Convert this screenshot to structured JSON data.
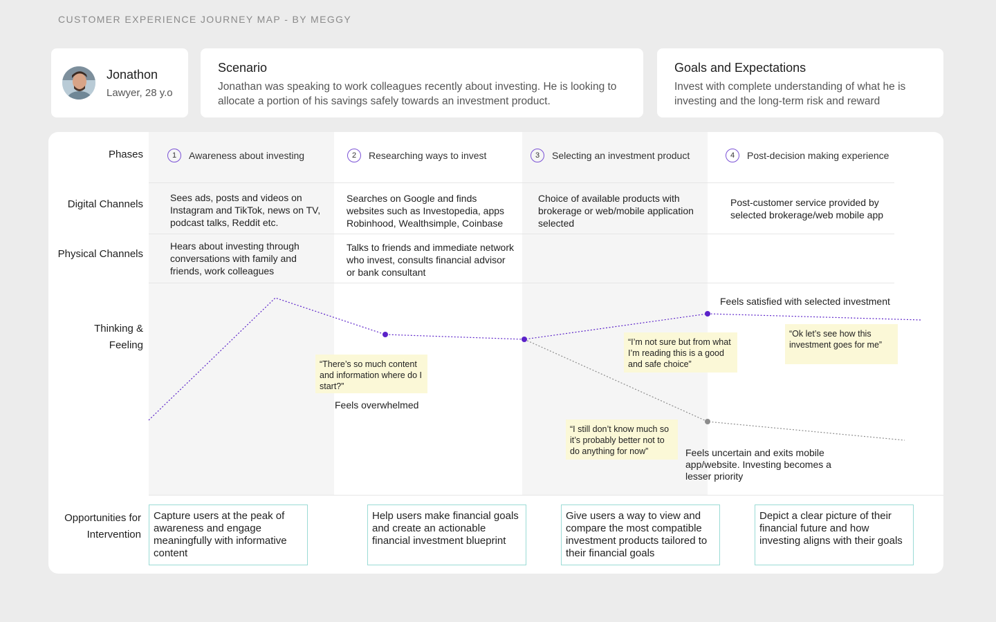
{
  "page_title": "CUSTOMER EXPERIENCE JOURNEY MAP - BY MEGGY",
  "persona": {
    "name": "Jonathon",
    "role": "Lawyer, 28 y.o"
  },
  "scenario": {
    "title": "Scenario",
    "text": "Jonathan was speaking to work colleagues recently about investing. He is looking to allocate a portion of his savings safely towards an investment product."
  },
  "goals": {
    "title": "Goals and Expectations",
    "text": "Invest with complete understanding of what he is investing and the long-term risk and reward"
  },
  "rows": {
    "phases": "Phases",
    "digital": "Digital Channels",
    "physical": "Physical Channels",
    "thinking_1": "Thinking  &",
    "thinking_2": "Feeling",
    "opportunities_1": "Opportunities for",
    "opportunities_2": "Intervention"
  },
  "phases": [
    {
      "num": "1",
      "label": "Awareness about investing"
    },
    {
      "num": "2",
      "label": "Researching ways to invest"
    },
    {
      "num": "3",
      "label": "Selecting an investment product"
    },
    {
      "num": "4",
      "label": "Post-decision making experience"
    }
  ],
  "digital_channels": [
    "Sees ads, posts and videos on Instagram and TikTok, news on TV, podcast talks, Reddit etc.",
    "Searches on Google and finds websites such as Investopedia, apps Robinhood, Wealthsimple, Coinbase",
    "Choice of available products with brokerage or web/mobile application selected",
    "Post-customer service provided by selected brokerage/web mobile app"
  ],
  "physical_channels": [
    "Hears about investing through conversations with family and friends, work colleagues",
    "Talks to friends and immediate network who invest, consults financial advisor or bank consultant"
  ],
  "notes": {
    "overwhelmed_quote": "“There’s so much content and information where do I start?”",
    "not_sure_quote": "“I’m not sure but from what I’m reading this is a good and safe choice”",
    "ok_quote": "“Ok let’s see how this investment goes for me”",
    "still_dont_know_quote": "“I still don’t know much so it’s probably better not to do anything for now”"
  },
  "feelings": {
    "overwhelmed": "Feels overwhelmed",
    "satisfied": "Feels satisfied with selected investment",
    "uncertain": "Feels uncertain and exits mobile app/website. Investing becomes a lesser priority"
  },
  "opportunities": [
    "Capture users at the peak of awareness and engage meaningfully with informative content",
    "Help users make financial goals and create an  actionable financial investment blueprint",
    "Give users a way to view and compare the most compatible investment products tailored to their financial goals",
    "Depict a clear picture of their financial future and how investing aligns with their goals"
  ],
  "colors": {
    "accent": "#5b22c9",
    "secondary_line": "#8c8c8c",
    "note_bg": "#fbf8d7",
    "opportunity_border": "#9adbd5"
  }
}
